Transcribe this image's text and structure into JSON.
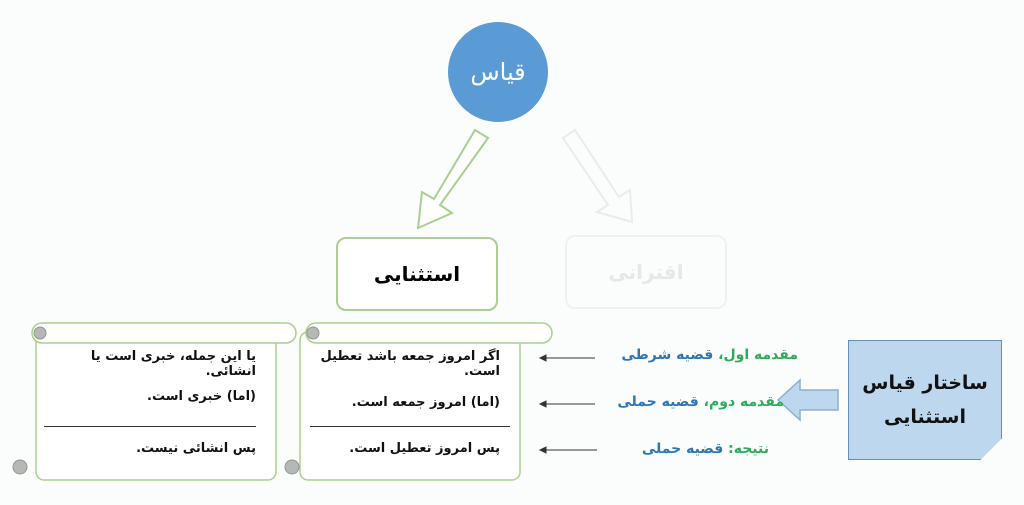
{
  "root": {
    "label": "قیاس"
  },
  "branches": [
    {
      "label": "استثنایی",
      "active": true
    },
    {
      "label": "اقترانی",
      "active": false
    }
  ],
  "scroll_right": {
    "premise1": "اگر امروز جمعه باشد تعطیل است.",
    "premise2": "(اما) امروز جمعه است.",
    "conclusion": "پس امروز تعطیل است."
  },
  "scroll_left": {
    "premise1": "یا این  جمله، خبری است یا انشائی.",
    "premise2": "(اما) خبری است.",
    "conclusion": "پس انشائی نیست."
  },
  "labels": [
    {
      "title": "مقدمه اول،",
      "type": "قضیه شرطی"
    },
    {
      "title": "مقدمه دوم،",
      "type": "قضیه حملی"
    },
    {
      "title": "نتیجه:",
      "type": "قضیه حملی"
    }
  ],
  "note": {
    "line1": "ساختار قیاس",
    "line2": "استثنایی"
  },
  "colors": {
    "circle": "#5b9bd5",
    "green": "#2eab5a",
    "blue": "#2e75b6",
    "note": "#bdd7ee"
  }
}
